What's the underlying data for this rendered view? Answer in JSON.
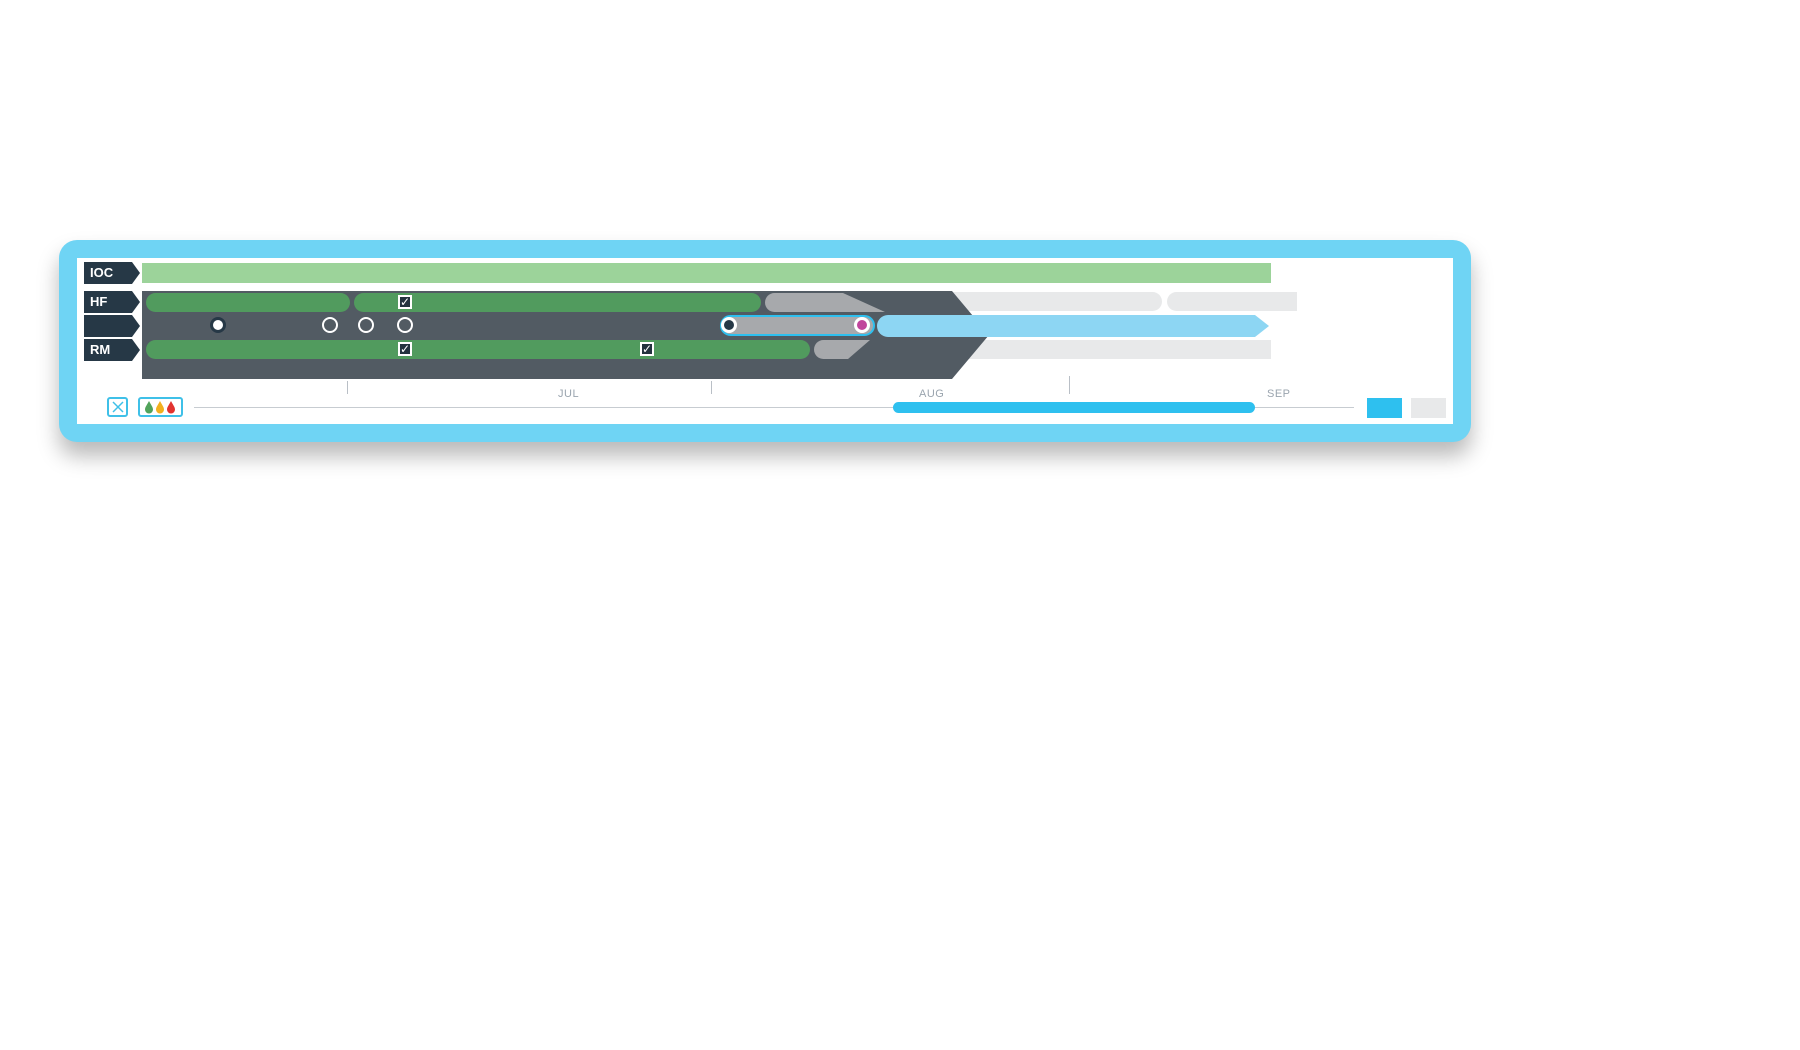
{
  "rows": [
    {
      "label": "IOC"
    },
    {
      "label": "HF"
    },
    {
      "label": ""
    },
    {
      "label": "RM"
    }
  ],
  "timeline": {
    "months": [
      "JUL",
      "AUG",
      "SEP"
    ]
  },
  "colors": {
    "frame": "#6fd4f4",
    "dark_region": "#525b63",
    "green": "#519b5e",
    "light_green": "#9cd39a",
    "gray": "#a7a9ac",
    "pale": "#e8e9ea",
    "forecast_blue": "#8dd6f3",
    "range_blue": "#2ec0ef",
    "label_bg": "#263846",
    "milestone_magenta": "#c0459c"
  },
  "icons": {
    "check": "✓",
    "close": "close-x-icon",
    "drops": "color-drops-icon"
  }
}
